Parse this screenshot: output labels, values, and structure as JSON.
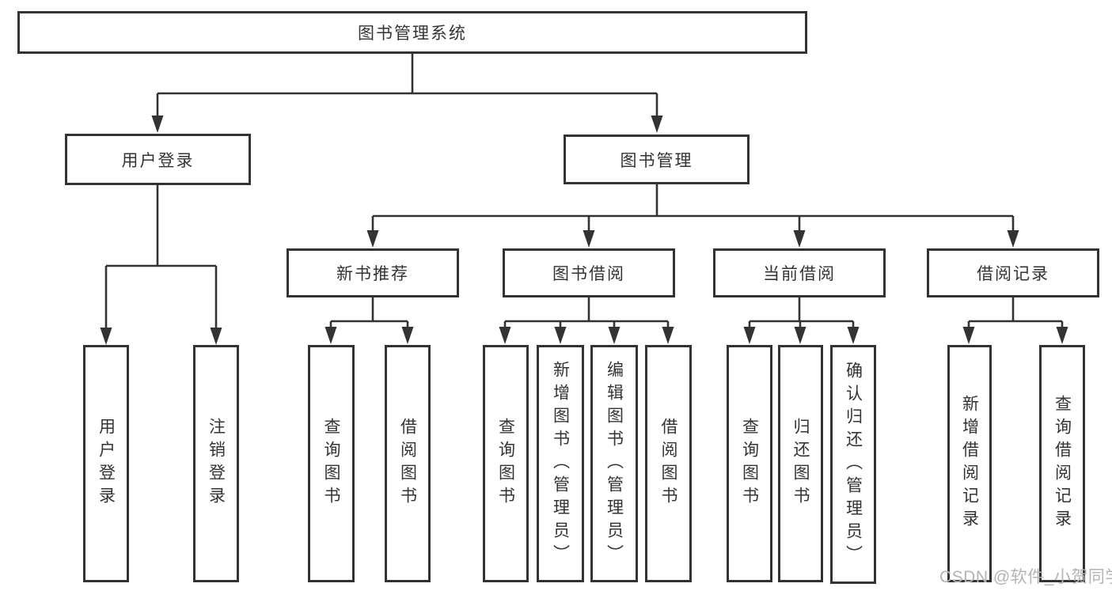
{
  "diagram": {
    "title": "图书管理系统",
    "branches": {
      "user_login": {
        "label": "用户登录",
        "children": [
          {
            "label": "用户登录"
          },
          {
            "label": "注销登录"
          }
        ]
      },
      "book_mgmt": {
        "label": "图书管理",
        "children": [
          {
            "label": "新书推荐",
            "children": [
              {
                "label": "查询图书"
              },
              {
                "label": "借阅图书"
              }
            ]
          },
          {
            "label": "图书借阅",
            "children": [
              {
                "label": "查询图书"
              },
              {
                "label": "新增图书（管理员）"
              },
              {
                "label": "编辑图书（管理员）"
              },
              {
                "label": "借阅图书"
              }
            ]
          },
          {
            "label": "当前借阅",
            "children": [
              {
                "label": "查询图书"
              },
              {
                "label": "归还图书"
              },
              {
                "label": "确认归还（管理员）"
              }
            ]
          },
          {
            "label": "借阅记录",
            "children": [
              {
                "label": "新增借阅记录"
              },
              {
                "label": "查询借阅记录"
              }
            ]
          }
        ]
      }
    }
  },
  "watermark": {
    "text": "CSDN @软件_小贺同学"
  },
  "colors": {
    "background": "#ffffff",
    "box_border": "#333333",
    "line": "#333333",
    "text": "#333333",
    "watermark": "#b4b4b4"
  }
}
